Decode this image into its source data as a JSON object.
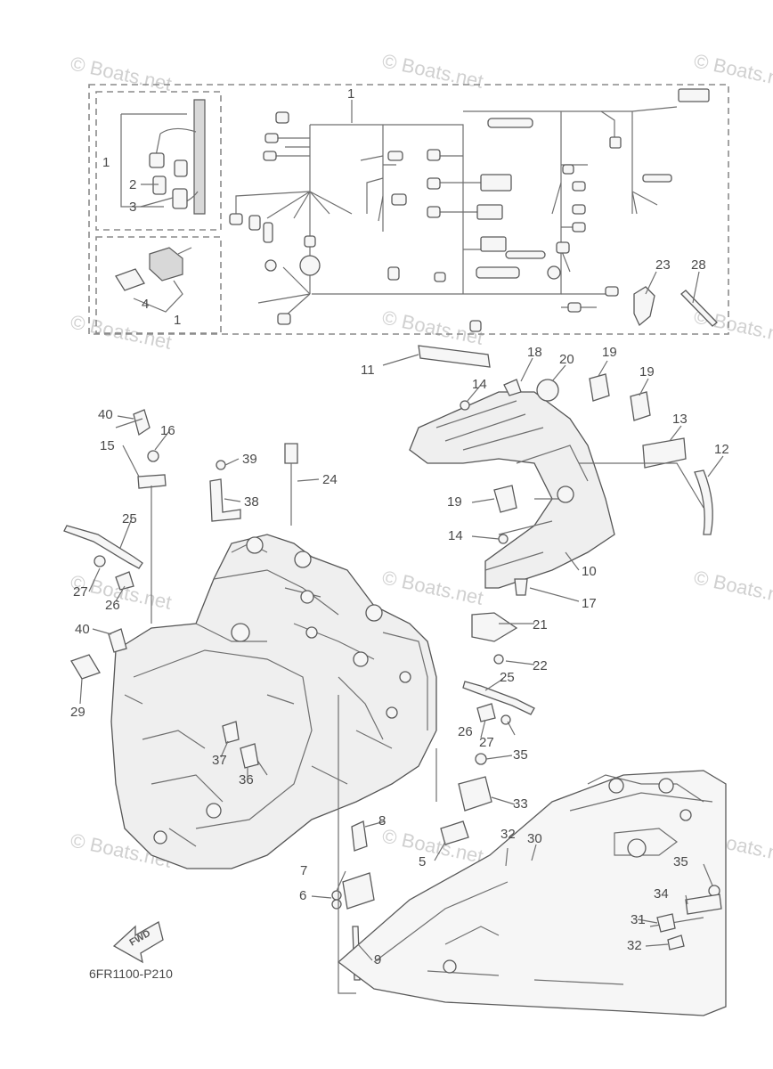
{
  "diagram_code": "6FR1100-P210",
  "watermark": "© Boats.net",
  "fwd_label": "FWD",
  "callouts": [
    "1",
    "1",
    "2",
    "3",
    "4",
    "1",
    "23",
    "28",
    "11",
    "18",
    "20",
    "19",
    "19",
    "14",
    "13",
    "12",
    "19",
    "14",
    "10",
    "17",
    "40",
    "16",
    "15",
    "39",
    "24",
    "38",
    "25",
    "27",
    "26",
    "40",
    "29",
    "21",
    "22",
    "25",
    "26",
    "27",
    "35",
    "37",
    "36",
    "33",
    "8",
    "5",
    "32",
    "30",
    "7",
    "6",
    "9",
    "35",
    "34",
    "31",
    "32"
  ]
}
